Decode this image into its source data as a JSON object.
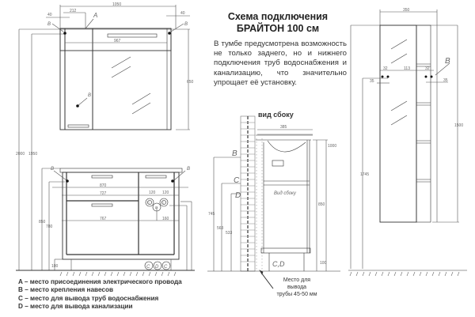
{
  "header": {
    "title_line1": "Схема подключения",
    "title_line2": "БРАЙТОН 100 см"
  },
  "description": "В тумбе предусмотрена возможность не только заднего, но и нижнего подключения труб водоснабжения и канализацию, что значительно упрощает её установку.",
  "side_view": {
    "label": "вид сбоку",
    "inner_label": "Вид сбоку",
    "floor_label": "C,D",
    "note_line1": "Место для",
    "note_line2": "вывода",
    "note_line3": "трубы 45-50 мм"
  },
  "legend": {
    "items": [
      {
        "key": "A",
        "text": "A – место присоединения электрического провода"
      },
      {
        "key": "B",
        "text": "B – место крепления навесов"
      },
      {
        "key": "C",
        "text": "C – место для вывода труб водоснабжения"
      },
      {
        "key": "D",
        "text": "D – место для вывода канализации"
      }
    ]
  },
  "markers": {
    "a": "A",
    "b": "B",
    "c": "C",
    "d": "D"
  },
  "dimensions": {
    "mirror_width": "1050",
    "mirror_offset": "212",
    "mirror_side_left": "40",
    "mirror_side_right": "40",
    "mirror_inner": "967",
    "mirror_height": "650",
    "total_height": "2000",
    "mount_height": "1950",
    "cabinet_top": "870",
    "cabinet_a": "727",
    "cabinet_b": "767",
    "pipe_c1": "120",
    "pipe_c2": "120",
    "pipe_d": "160",
    "cab_h1": "850",
    "cab_h2": "780",
    "plinth": "100",
    "side_depth": "385",
    "side_h1": "1000",
    "side_h2": "850",
    "side_h3": "745",
    "side_h4": "563",
    "side_h5": "533",
    "side_plinth": "100",
    "pencil_width": "350",
    "pencil_gap": "113",
    "pencil_b1": "32",
    "pencil_b2": "32",
    "pencil_side1": "35",
    "pencil_side2": "35",
    "pencil_h": "1500",
    "pencil_total": "1745"
  }
}
